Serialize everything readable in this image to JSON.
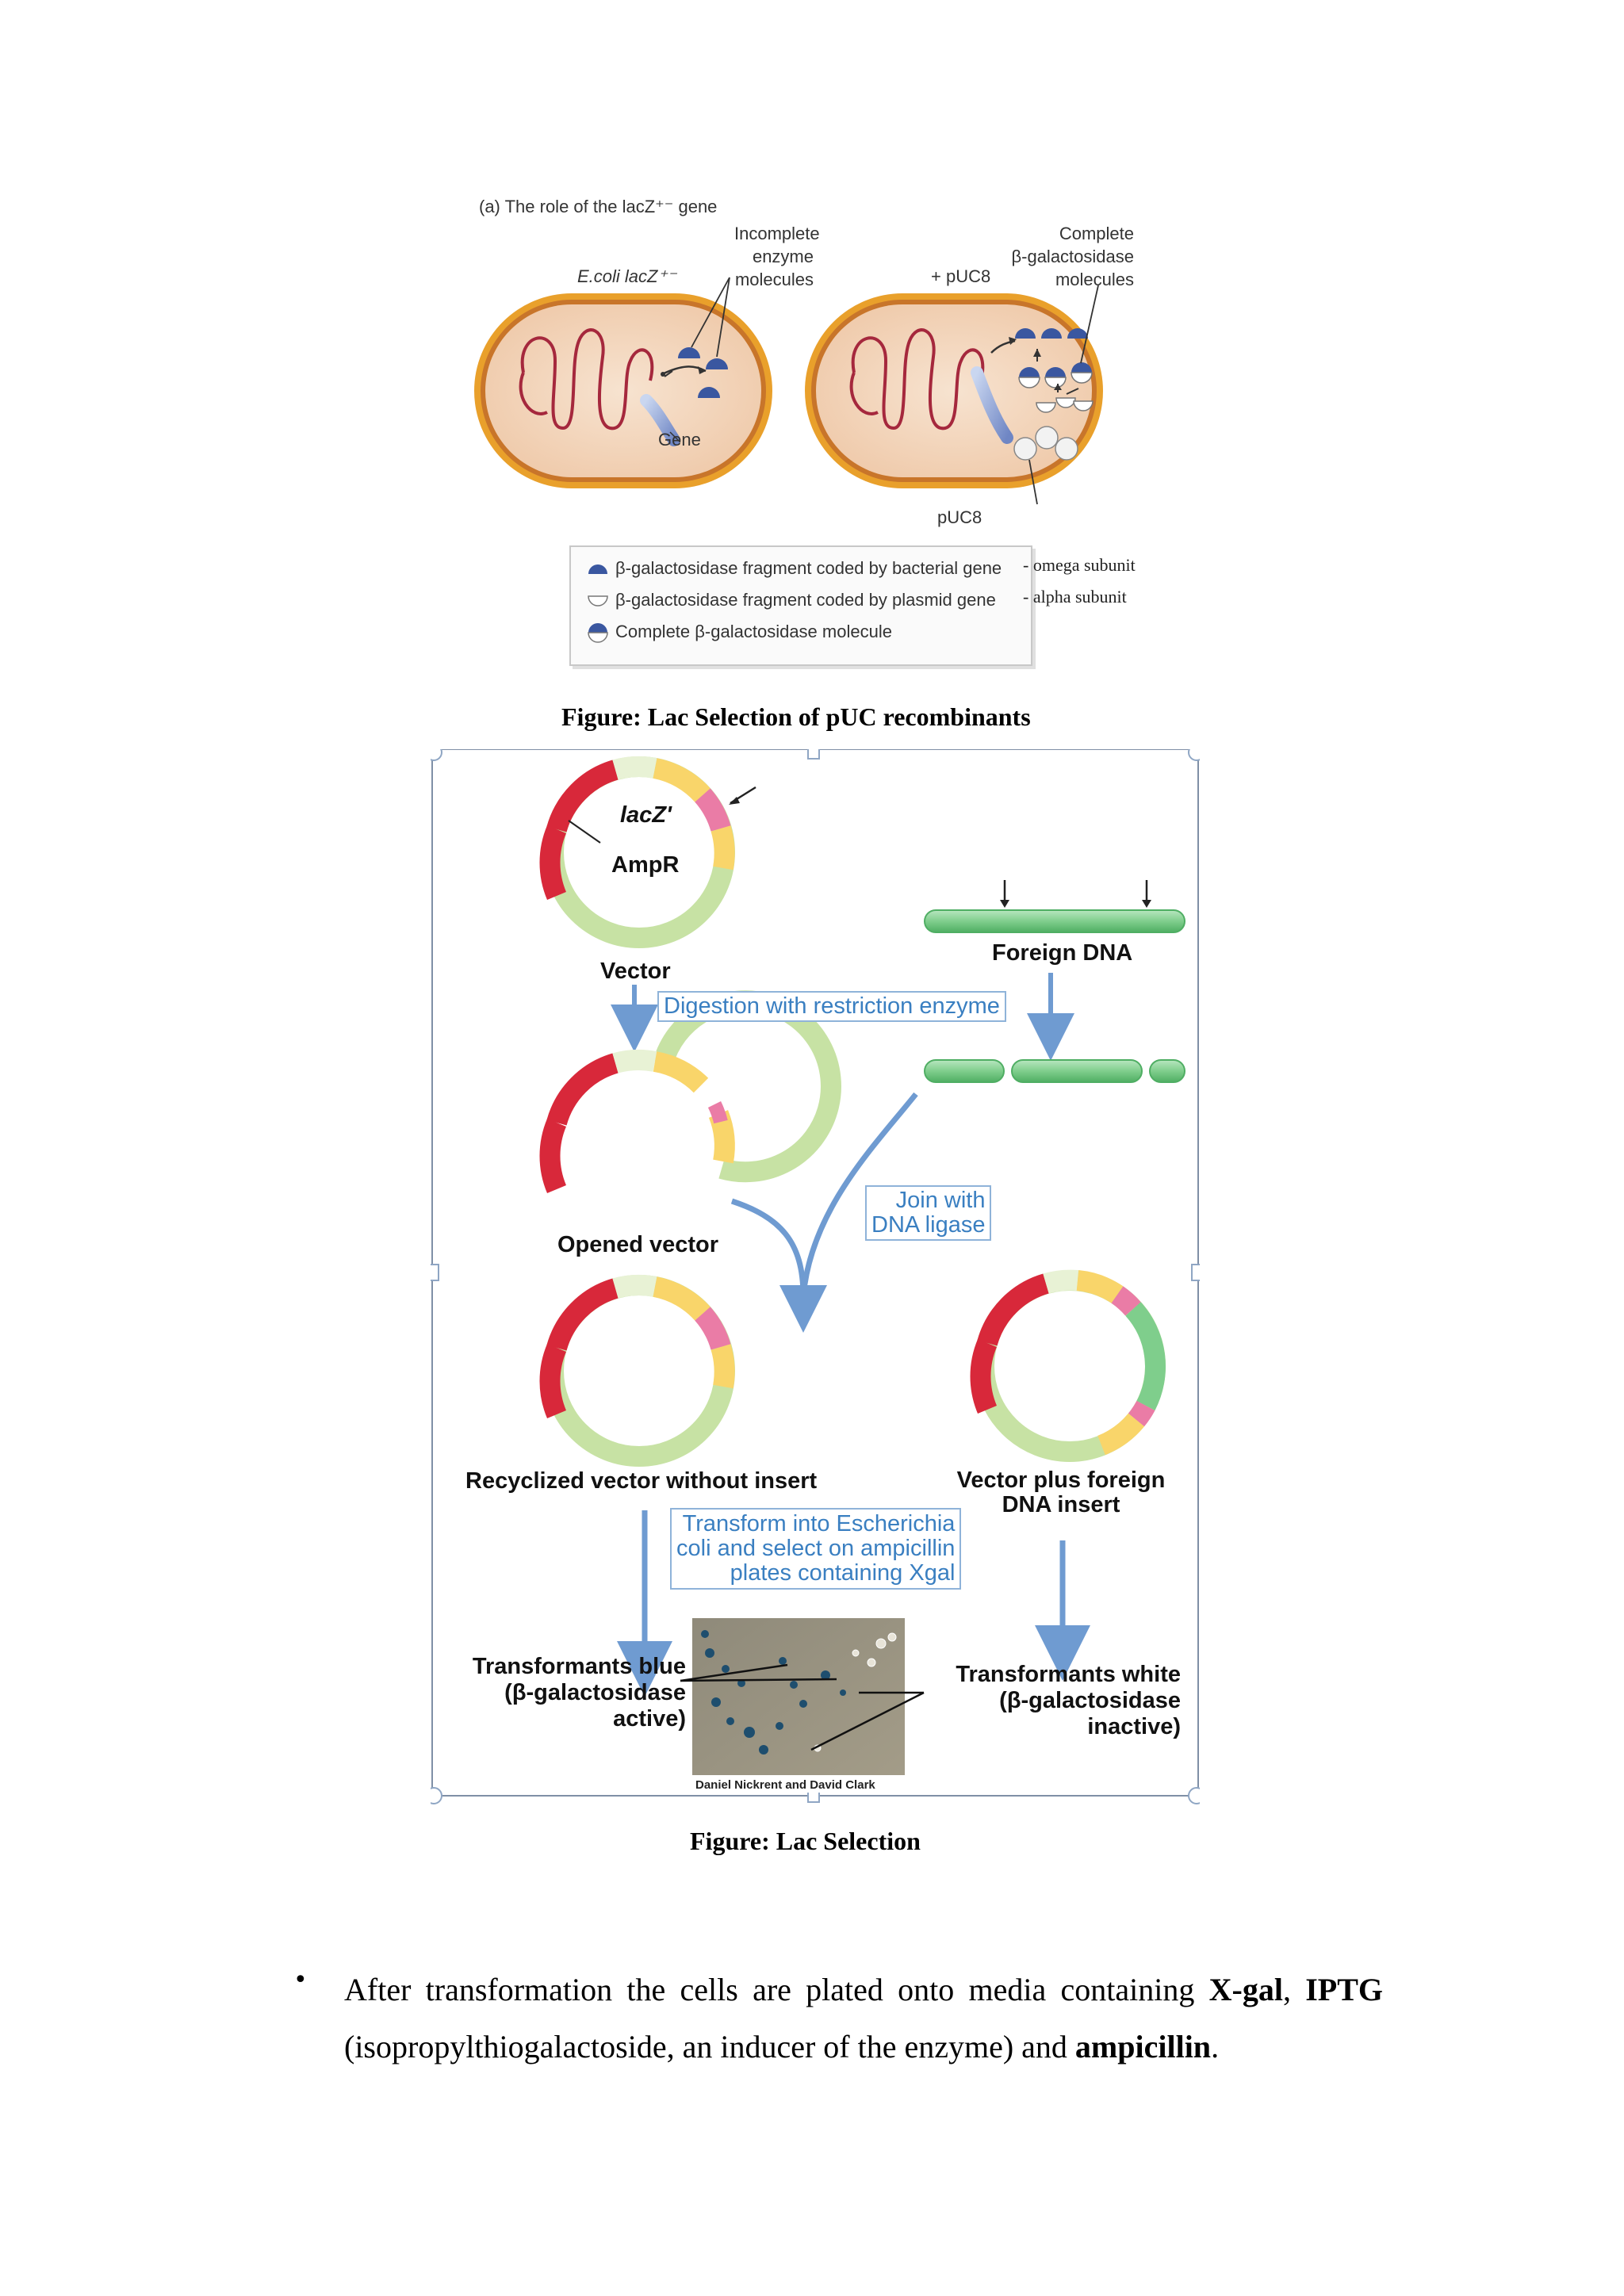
{
  "figure1": {
    "panel_title": "(a) The role of the lacZ⁺⁻ gene",
    "ecoli_label": "E.coli lacZ⁺⁻",
    "incomplete_label": [
      "Incomplete",
      "enzyme",
      "molecules"
    ],
    "puc8_plus_label": "+ pUC8",
    "complete_label": [
      "Complete",
      "β-galactosidase",
      "molecules"
    ],
    "gene_label": "Gene",
    "puc8_label": "pUC8",
    "legend": [
      {
        "text": "β-galactosidase fragment coded by bacterial gene",
        "note": "- omega subunit"
      },
      {
        "text": "β-galactosidase fragment coded by plasmid gene",
        "note": "- alpha subunit"
      },
      {
        "text": "Complete β-galactosidase molecule",
        "note": ""
      }
    ],
    "caption": "Figure: Lac Selection of pUC recombinants"
  },
  "figure2": {
    "lacz_label": "lacZ'",
    "ampr_label": "AmpR",
    "vector_label": "Vector",
    "foreign_dna_label": "Foreign DNA",
    "digestion_box": "Digestion with restriction enzyme",
    "join_box": [
      "Join with",
      "DNA ligase"
    ],
    "opened_vector_label": "Opened vector",
    "recyclized_label": "Recyclized vector without insert",
    "vector_plus_label": [
      "Vector plus foreign",
      "DNA insert"
    ],
    "transform_box": [
      "Transform into Escherichia",
      "coli and select on ampicillin",
      "plates containing Xgal"
    ],
    "blue_label": [
      "Transformants blue",
      "(β-galactosidase",
      "active)"
    ],
    "white_label": [
      "Transformants white",
      "(β-galactosidase",
      "inactive)"
    ],
    "photo_credit": "Daniel Nickrent and David Clark",
    "caption": "Figure: Lac Selection"
  },
  "body": {
    "bullet": "•",
    "parts": [
      {
        "text": "After transformation the cells are plated onto media containing ",
        "bold": false
      },
      {
        "text": "X-gal",
        "bold": true
      },
      {
        "text": ", ",
        "bold": false
      },
      {
        "text": "IPTG",
        "bold": true
      },
      {
        "text": " (isopropylthiogalactoside, an inducer of the enzyme) and ",
        "bold": false
      },
      {
        "text": "ampicillin",
        "bold": true
      },
      {
        "text": ".",
        "bold": false
      }
    ]
  },
  "colors": {
    "membrane_outer": "#e9a02b",
    "cytoplasm": "#f4d9c2",
    "enzyme_blue": "#3a57a0",
    "arrow_blue": "#6f9bd1",
    "plasmid_red": "#d8283a",
    "plasmid_green": "#c7e2a4",
    "plasmid_yellow": "#f9d56a",
    "plasmid_pink": "#ea7ca6",
    "dna_green": "#7fce8c"
  }
}
